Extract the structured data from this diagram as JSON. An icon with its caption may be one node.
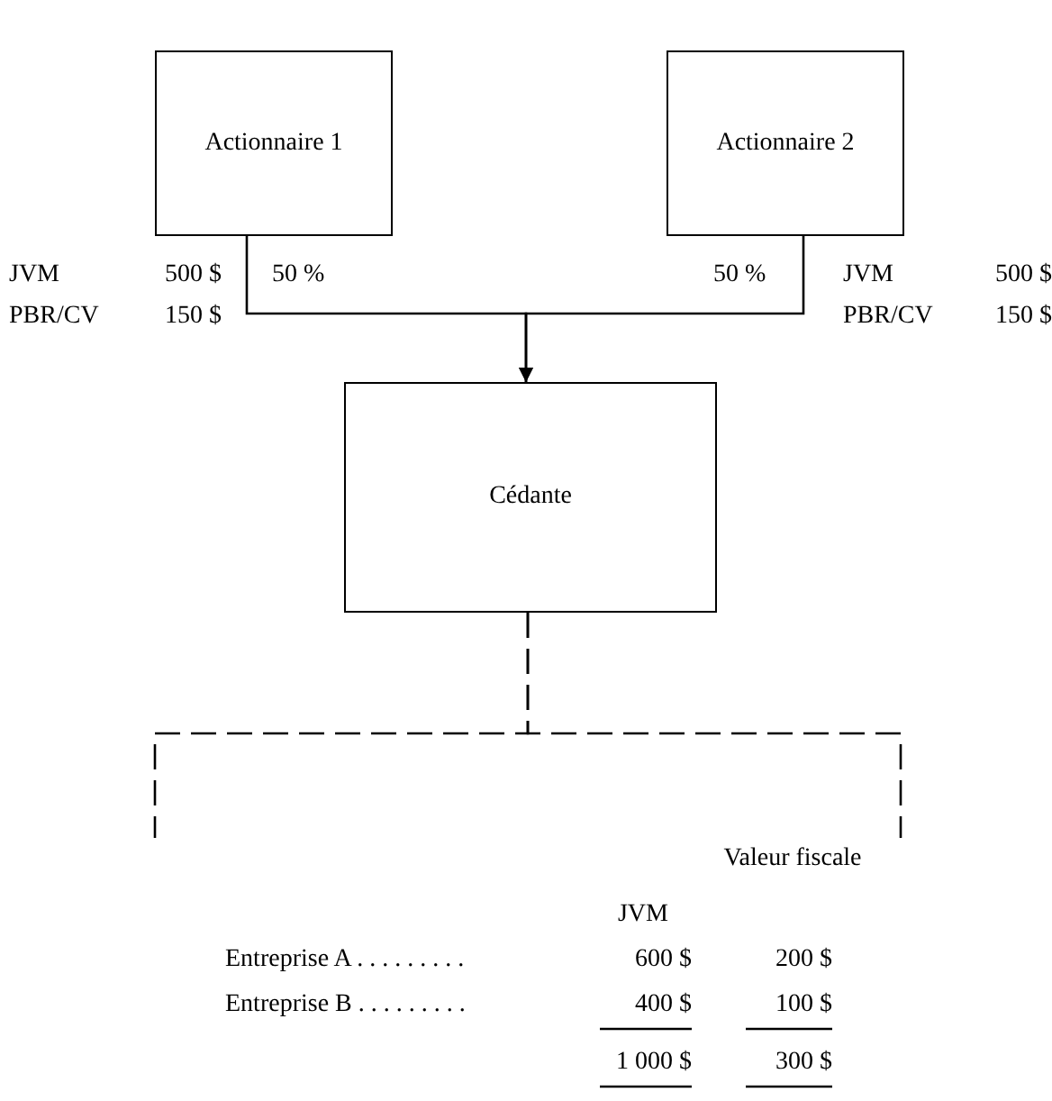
{
  "diagram": {
    "nodes": [
      {
        "text": [
          "Actionnaire 1"
        ]
      },
      {
        "text": [
          "Actionnaire 2"
        ]
      },
      {
        "text": [
          "Cédante"
        ]
      }
    ],
    "edges": [
      {
        "from": 0,
        "to": 2,
        "arrow": "to",
        "label": "50 %"
      },
      {
        "from": 1,
        "to": 2,
        "arrow": "to",
        "label": "50 %"
      },
      {
        "from": 2,
        "to": null,
        "arrow": "none",
        "style": "dashed"
      },
      {
        "from": 2,
        "to": null,
        "arrow": "none",
        "style": "dashed"
      }
    ],
    "labels": [
      "JVM",
      "500 $",
      "JVM",
      "500 $",
      "PBR/CV",
      "150 $",
      "PBR/CV",
      "150 $",
      "JVM",
      "Valeur fiscale",
      "Entreprise A . . . . . . . . .",
      "600 $",
      "200 $",
      "Entreprise B . . . . . . . . .",
      "400 $",
      "100 $",
      "1 000 $",
      "300 $"
    ]
  }
}
